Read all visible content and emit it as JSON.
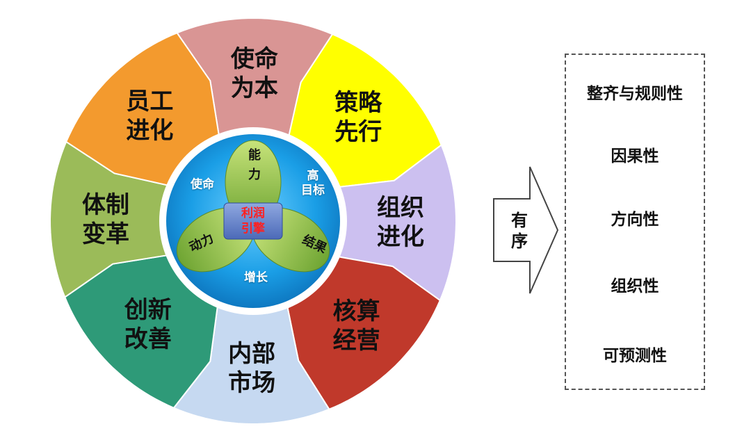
{
  "segments": [
    {
      "line1": "使命",
      "line2": "为本",
      "color": "#d99594"
    },
    {
      "line1": "策略",
      "line2": "先行",
      "color": "#ffff00"
    },
    {
      "line1": "组织",
      "line2": "进化",
      "color": "#ccc0f0"
    },
    {
      "line1": "核算",
      "line2": "经营",
      "color": "#c0392b"
    },
    {
      "line1": "内部",
      "line2": "市场",
      "color": "#c6d9f1"
    },
    {
      "line1": "创新",
      "line2": "改善",
      "color": "#2e9a78"
    },
    {
      "line1": "体制",
      "line2": "变革",
      "color": "#9bbb59"
    },
    {
      "line1": "员工",
      "line2": "进化",
      "color": "#f39a2e"
    }
  ],
  "inner": {
    "mission": "使命",
    "high_goal_line1": "高",
    "high_goal_line2": "目标",
    "growth": "增长",
    "petal_top_line1": "能",
    "petal_top_line2": "力",
    "petal_left": "动力",
    "petal_right": "结果",
    "center_line1": "利润",
    "center_line2": "引擎"
  },
  "arrow": {
    "line1": "有",
    "line2": "序"
  },
  "properties": [
    "整齐与规则性",
    "因果性",
    "方向性",
    "组织性",
    "可预测性"
  ]
}
